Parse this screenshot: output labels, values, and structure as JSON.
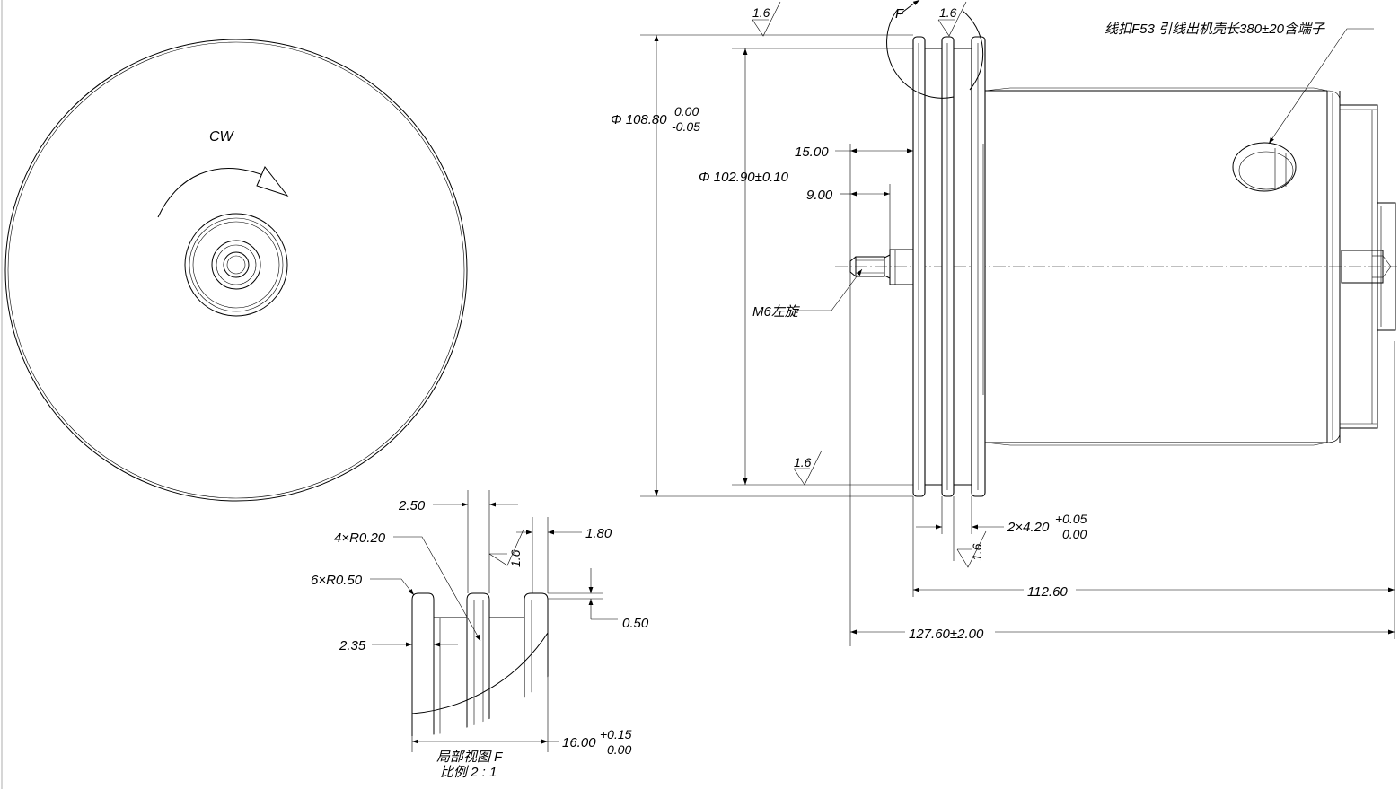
{
  "front_view": {
    "rotation_label": "CW"
  },
  "side_view": {
    "overall_diameter": "Φ 108.80",
    "overall_diameter_tol_upper": "0.00",
    "overall_diameter_tol_lower": "-0.05",
    "groove_diameter": "Φ 102.90±0.10",
    "shaft_length_15": "15.00",
    "shaft_length_9": "9.00",
    "thread_note": "M6左旋",
    "lead_wire_note": "线扣F53 引线出机壳长380±20含端子",
    "groove_width": "2×4.20",
    "groove_width_tol_upper": "+0.05",
    "groove_width_tol_lower": "0.00",
    "body_length": "112.60",
    "overall_length": "127.60±2.00",
    "roughness_top_left": "1.6",
    "roughness_top_right": "1.6",
    "roughness_bottom": "1.6",
    "roughness_groove": "1.6",
    "detail_marker": "F"
  },
  "detail_view": {
    "dim_2_50": "2.50",
    "radius_4": "4×R0.20",
    "dim_1_80": "1.80",
    "roughness": "1.6",
    "radius_6": "6×R0.50",
    "dim_0_50": "0.50",
    "dim_2_35": "2.35",
    "width": "16.00",
    "width_tol_upper": "+0.15",
    "width_tol_lower": "0.00",
    "title": "局部视图 F",
    "scale": "比例 2 : 1"
  }
}
